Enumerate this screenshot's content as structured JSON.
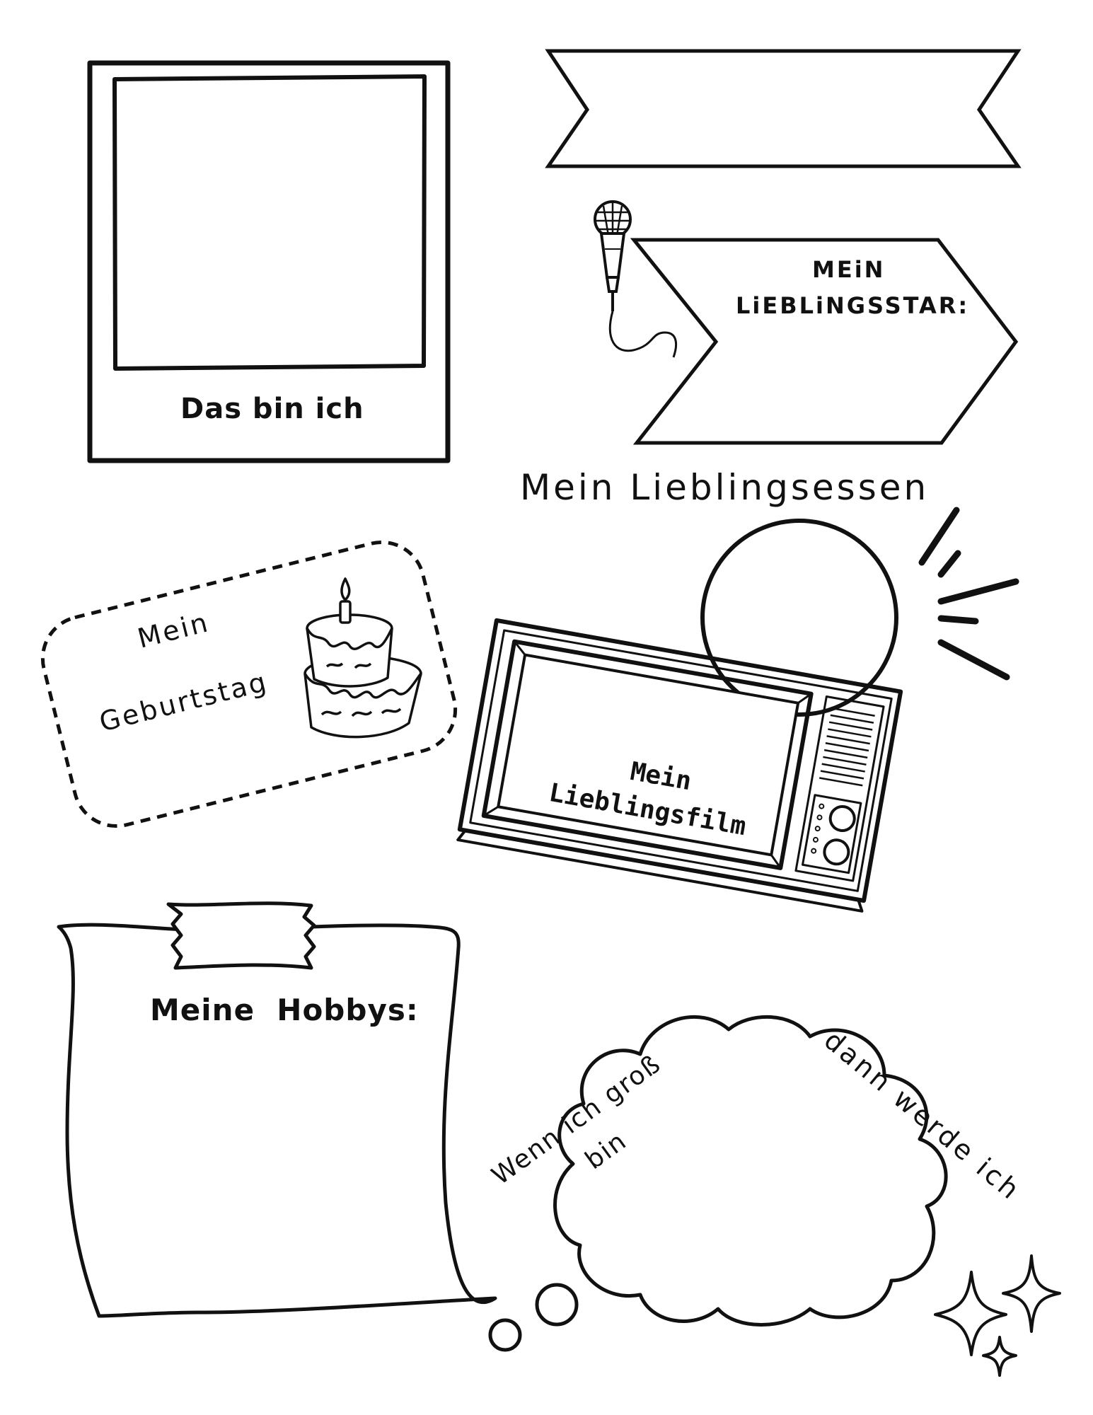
{
  "photo": {
    "caption": "Das bin ich"
  },
  "star": {
    "line1": "MEiN",
    "line2": "LiEBLiNGSSTAR:"
  },
  "food": {
    "title": "Mein Lieblingsessen"
  },
  "birthday": {
    "line1": "Mein",
    "line2": "Geburtstag"
  },
  "movie": {
    "line1": "Mein",
    "line2": "Lieblingsfilm"
  },
  "hobbies": {
    "title": "Meine  Hobbys:"
  },
  "future": {
    "left_line1": "Wenn ich groß",
    "left_line2": "bin",
    "right": "dann werde ich"
  },
  "icons": [
    "microphone-icon",
    "birthday-cake-icon",
    "retro-tv-icon",
    "sparkles-icon",
    "sunburst-icon",
    "tape-icon"
  ],
  "colors": {
    "ink": "#111111",
    "paper": "#ffffff"
  }
}
